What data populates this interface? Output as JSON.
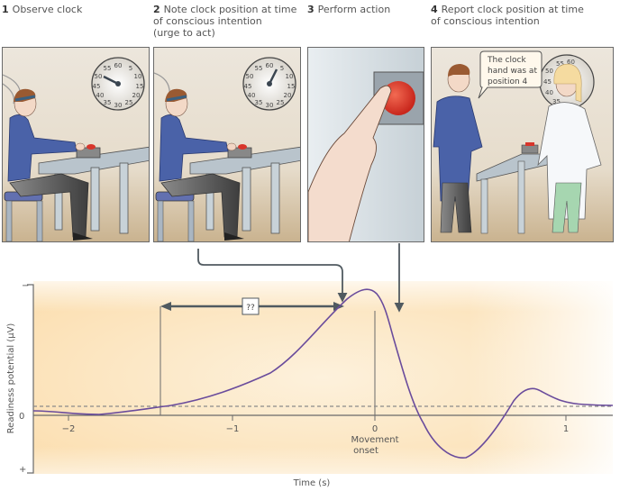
{
  "steps": [
    {
      "num": "1",
      "text": "Observe clock"
    },
    {
      "num": "2",
      "text": "Note clock position at time",
      "line2": "of conscious intention",
      "line3": "(urge to act)"
    },
    {
      "num": "3",
      "text": "Perform action"
    },
    {
      "num": "4",
      "text": "Report clock position at time",
      "line2": "of conscious intention"
    }
  ],
  "clock_numbers": [
    "60",
    "5",
    "10",
    "15",
    "20",
    "25",
    "30",
    "35",
    "40",
    "45",
    "50",
    "55"
  ],
  "speech_bubble": {
    "line1": "The clock",
    "line2": "hand was at",
    "line3": "position 4"
  },
  "interval_label": "??",
  "colors": {
    "curve": "#6a4c9c",
    "axis": "#5a5a5a",
    "arrow": "#505a60",
    "chart_bg": "#fde7c4",
    "button_red": "#e0352b",
    "shirt_blue": "#4a62a8"
  },
  "chart_data": {
    "type": "line",
    "title": "",
    "xlabel": "Time (s)",
    "ylabel": "Readiness potential (μV)",
    "x_ticks": [
      "−2",
      "−1",
      "0",
      "1"
    ],
    "y_ticks": [
      "−",
      "0",
      "+"
    ],
    "y_axis_inverted": true,
    "xlim": [
      -2.2,
      1.3
    ],
    "annotations": [
      {
        "x": 0,
        "text": "Movement onset"
      },
      {
        "x_start": -1.4,
        "x_end": -0.2,
        "text": "??",
        "meaning": "interval between RP onset and conscious intention"
      }
    ],
    "series": [
      {
        "name": "Readiness potential",
        "x": [
          -2.2,
          -2.0,
          -1.8,
          -1.6,
          -1.4,
          -1.2,
          -1.0,
          -0.8,
          -0.6,
          -0.4,
          -0.2,
          -0.1,
          0.0,
          0.1,
          0.2,
          0.3,
          0.4,
          0.5,
          0.6,
          0.7,
          0.8,
          0.9,
          1.0,
          1.1,
          1.3
        ],
        "values": [
          0.02,
          0.01,
          0.0,
          0.05,
          0.1,
          0.18,
          0.27,
          0.38,
          0.6,
          0.85,
          1.0,
          0.92,
          0.62,
          0.15,
          -0.3,
          -0.35,
          -0.15,
          0.1,
          0.25,
          0.2,
          0.13,
          0.08,
          0.07,
          0.065,
          0.06
        ]
      }
    ],
    "baseline_dashed": 0.07,
    "legend": null,
    "grid": false
  }
}
